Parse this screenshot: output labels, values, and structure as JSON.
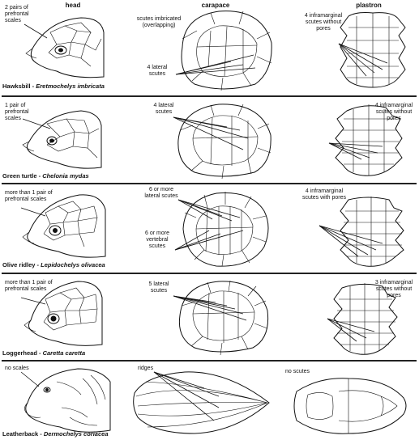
{
  "columns": {
    "head": "head",
    "carapace": "carapace",
    "plastron": "plastron"
  },
  "rows": [
    {
      "head_label": "2 pairs of prefrontal scales",
      "carapace_label_1": "scutes imbricated (overlapping)",
      "carapace_label_2": "4 lateral scutes",
      "plastron_label": "4 inframarginal scutes without pores",
      "common_name": "Hawksbill - ",
      "scientific_name": "Eretmochelys imbricata"
    },
    {
      "head_label": "1 pair of prefrontal scales",
      "carapace_label_1": "4 lateral scutes",
      "plastron_label": "4 inframarginal scutes without pores",
      "common_name": "Green turtle - ",
      "scientific_name": "Chelonia mydas"
    },
    {
      "head_label": "more than 1 pair of prefrontal scales",
      "carapace_label_1": "6 or more lateral scutes",
      "carapace_label_2": "6 or more vertebral scutes",
      "plastron_label": "4 inframarginal scutes with pores",
      "common_name": "Olive ridley - ",
      "scientific_name": "Lepidochelys olivacea"
    },
    {
      "head_label": "more than 1 pair of prefrontal scales",
      "carapace_label_1": "5 lateral scutes",
      "plastron_label": "3 inframarginal scutes without pores",
      "common_name": "Loggerhead - ",
      "scientific_name": "Caretta caretta"
    },
    {
      "head_label": "no scales",
      "carapace_label_1": "ridges",
      "plastron_label": "no scutes",
      "common_name": "Leatherback - ",
      "scientific_name": "Dermochelys coriacea"
    }
  ]
}
